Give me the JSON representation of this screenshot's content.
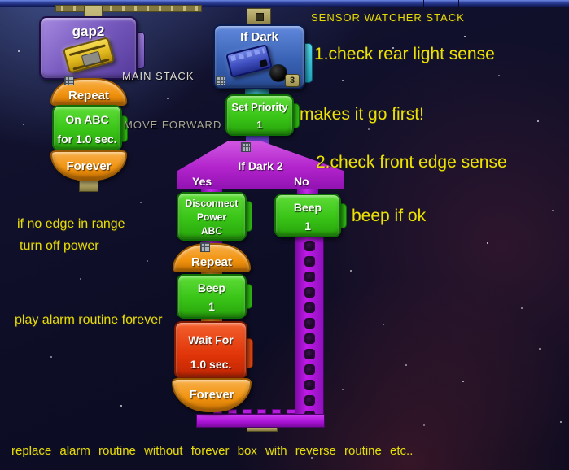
{
  "labels": {
    "main_stack": "MAIN STACK",
    "sensor_watcher_stack": "SENSOR WATCHER STACK",
    "move_forward": "MOVE FORWARD"
  },
  "annotations": {
    "check_rear": "1.check rear light sense",
    "makes_first": "makes it go first!",
    "check_front": "2.check front edge sense",
    "beep_ok": "beep if ok",
    "no_edge": "if no edge in range",
    "turn_off": "turn off power",
    "play_alarm": "play alarm routine forever",
    "bottom_note": "replace alarm routine without forever box with reverse routine etc.."
  },
  "main_stack": {
    "gap_block": "gap2",
    "repeat": "Repeat",
    "on_line1": "On ABC",
    "on_line2": "for 1.0 sec.",
    "forever": "Forever"
  },
  "watcher_stack": {
    "if_dark": "If Dark",
    "if_dark_badge": "3",
    "set_priority_line1": "Set Priority",
    "set_priority_line2": "1",
    "if_dark2": "If Dark 2",
    "yes": "Yes",
    "no": "No",
    "disconnect_line1": "Disconnect",
    "disconnect_line2": "Power",
    "disconnect_line3": "ABC",
    "beep_no_line1": "Beep",
    "beep_no_line2": "1",
    "repeat": "Repeat",
    "beep_line1": "Beep",
    "beep_line2": "1",
    "wait_line1": "Wait For",
    "wait_line2": "1.0 sec.",
    "forever": "Forever"
  },
  "colors": {
    "orange": "#f0920e",
    "green": "#39c417",
    "red": "#e03408",
    "magenta": "#b224cc",
    "blue_block": "#3a62b4",
    "purple_block": "#7a5cc0",
    "beam_tan": "#a89c5c",
    "annotation_yellow": "#eee204"
  }
}
